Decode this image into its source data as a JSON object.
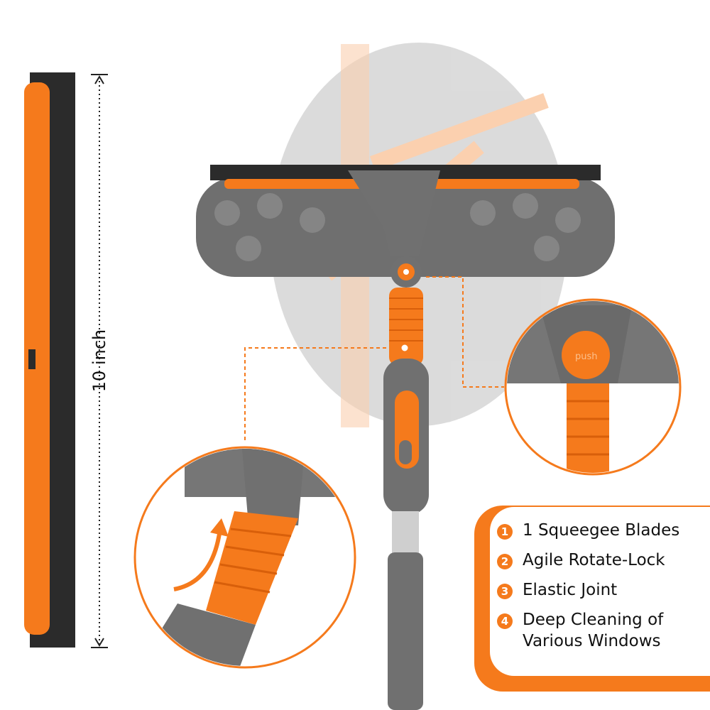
{
  "dimension": {
    "label": "10 inch"
  },
  "joint_label": "push",
  "features": [
    {
      "number": "1",
      "text": "1 Squeegee Blades"
    },
    {
      "number": "2",
      "text": "Agile Rotate-Lock"
    },
    {
      "number": "3",
      "text": "Elastic Joint"
    },
    {
      "number": "4",
      "text": "Deep Cleaning of Various Windows"
    }
  ],
  "colors": {
    "accent": "#f57a1c",
    "gray": "#6f6f6f",
    "blade": "#2b2b2b"
  }
}
